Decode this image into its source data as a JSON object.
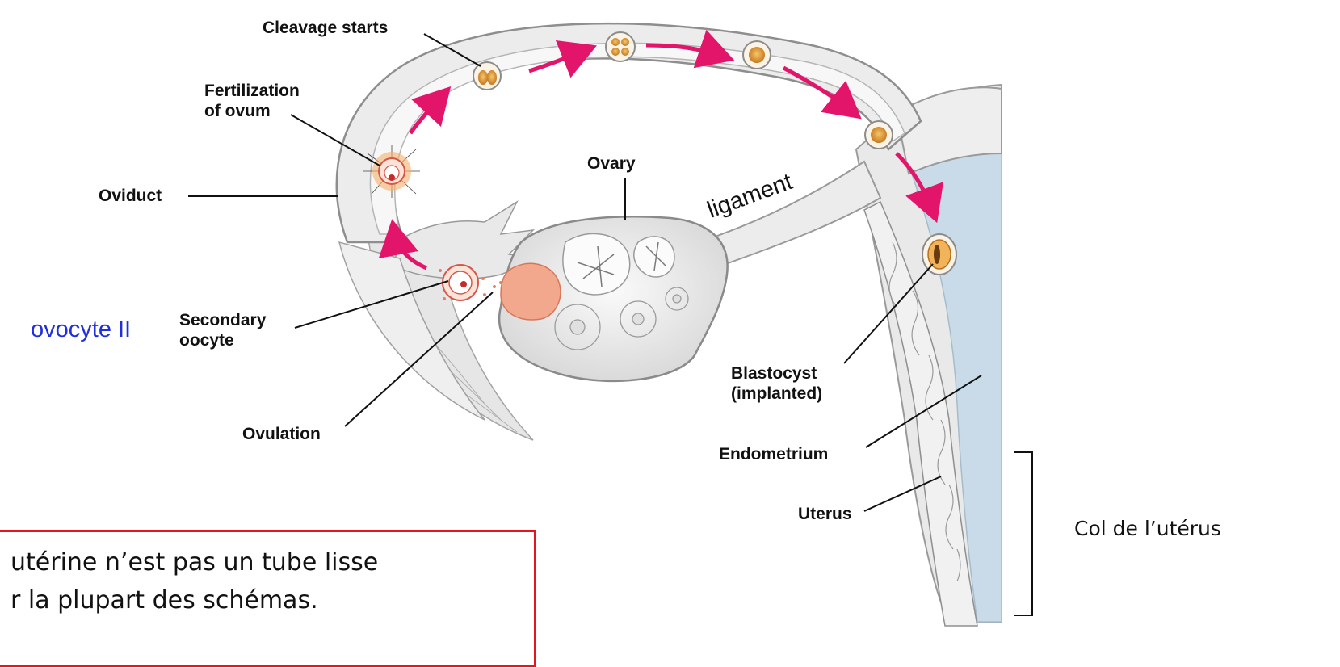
{
  "labels": {
    "cleavage": "Cleavage starts",
    "fertilization_1": "Fertilization",
    "fertilization_2": "of ovum",
    "ovary": "Ovary",
    "oviduct": "Oviduct",
    "ligament": "ligament",
    "secondary_1": "Secondary",
    "secondary_2": "oocyte",
    "ovulation": "Ovulation",
    "blastocyst_1": "Blastocyst",
    "blastocyst_2": "(implanted)",
    "endometrium": "Endometrium",
    "uterus": "Uterus"
  },
  "annotations": {
    "ovocyte": "ovocyte II",
    "col": "Col de l’utérus"
  },
  "note": {
    "line1": "utérine n’est pas un tube lisse",
    "line2": "r la plupart des schémas."
  },
  "colors": {
    "arrow": "#e2156b",
    "ovocyte_text": "#1f2ee0",
    "note_border": "#e3171b",
    "uterine_cavity": "#c9dbe8",
    "tissue": "#ececec",
    "embryo": "#e0962d"
  }
}
